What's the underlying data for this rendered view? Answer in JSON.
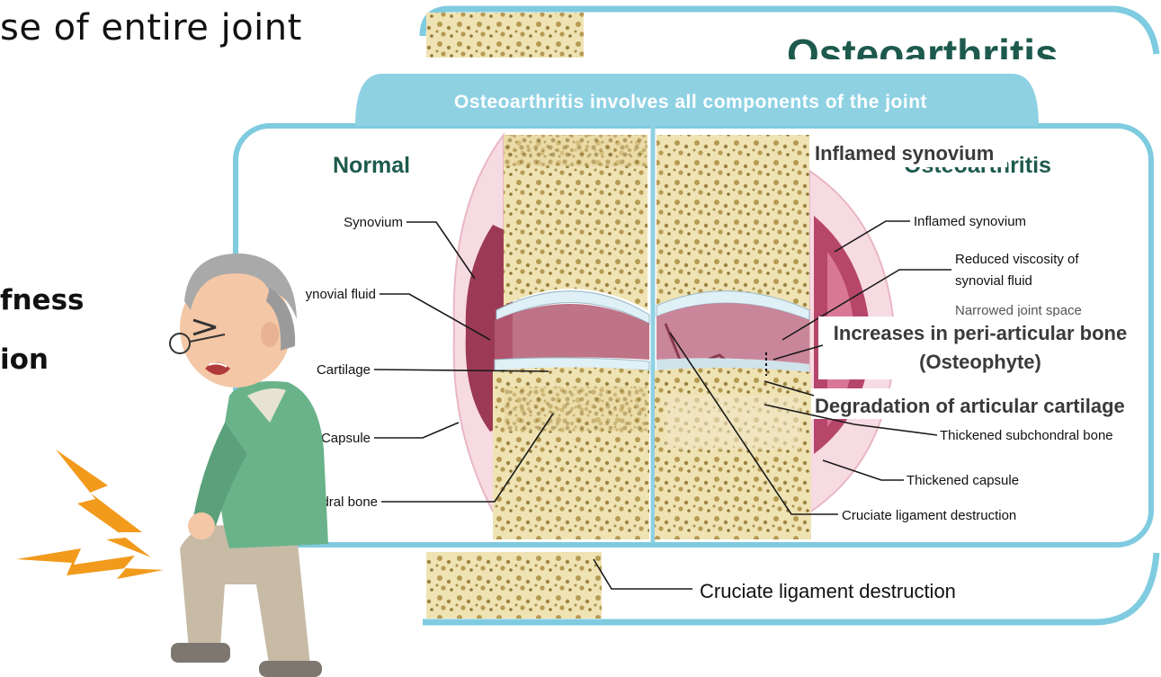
{
  "slide": {
    "title_fragment": "se of entire joint",
    "bullets": [
      "fness",
      "ion"
    ]
  },
  "diagram": {
    "banner": "Osteoarthritis involves all components of the joint",
    "bg_title_fragment": "Osteoarthritis",
    "panel_titles": {
      "normal": "Normal",
      "oa": "Osteoarthritis"
    },
    "normal_labels": {
      "synovium": "Synovium",
      "synovial_fluid": "ynovial fluid",
      "cartilage": "Cartilage",
      "capsule": "Capsule",
      "subchondral_bone": "hondral bone"
    },
    "oa_labels": {
      "inflamed_synovium": "Inflamed synovium",
      "reduced_viscosity_1": "Reduced viscosity of",
      "reduced_viscosity_2": "synovial fluid",
      "narrowed_joint_space": "Narrowed joint space",
      "thickened_subchondral_bone": "Thickened subchondral bone",
      "thickened_capsule": "Thickened capsule",
      "cruciate_ligament": "Cruciate ligament destruction"
    },
    "callouts": {
      "inflamed_synovium": "Inflamed synovium",
      "osteophyte_1": "Increases in peri-articular bone",
      "osteophyte_2": "(Osteophyte)",
      "cartilage_degradation": "Degradation of articular cartilage"
    },
    "bottom_label": "Cruciate ligament destruction"
  },
  "colors": {
    "frame_blue": "#7fcbe0",
    "banner_blue": "#8ed1e3",
    "bone": "#efe3b4",
    "bone_spots": "#b59a52",
    "synovium": "#9c3a55",
    "cartilage": "#dff0f7",
    "lightning": "#f29a1c",
    "sweater": "#6ab38a"
  }
}
